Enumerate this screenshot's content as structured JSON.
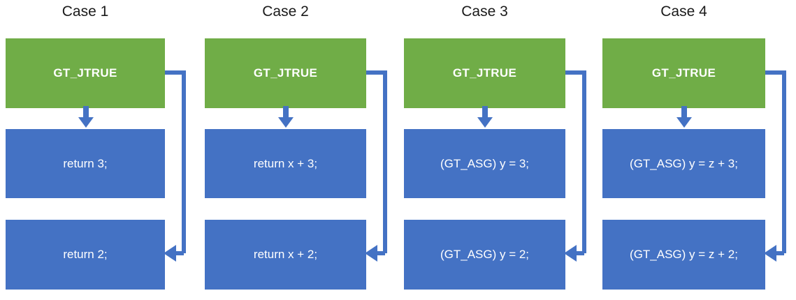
{
  "diagram": {
    "title_prefix": "Case",
    "colors": {
      "condition_node": "#70AD47",
      "statement_node": "#4472C4",
      "connector": "#4472C4",
      "title_text": "#1a1a1a",
      "node_text": "#ffffff",
      "background": "#ffffff"
    },
    "cases": [
      {
        "title": "Case 1",
        "condition": "GT_JTRUE",
        "then_statement": "return 3;",
        "else_statement": "return 2;"
      },
      {
        "title": "Case 2",
        "condition": "GT_JTRUE",
        "then_statement": "return x + 3;",
        "else_statement": "return x + 2;"
      },
      {
        "title": "Case 3",
        "condition": "GT_JTRUE",
        "then_statement": "(GT_ASG) y = 3;",
        "else_statement": "(GT_ASG) y = 2;"
      },
      {
        "title": "Case 4",
        "condition": "GT_JTRUE",
        "then_statement": "(GT_ASG) y = z + 3;",
        "else_statement": "(GT_ASG) y = z + 2;"
      }
    ]
  }
}
